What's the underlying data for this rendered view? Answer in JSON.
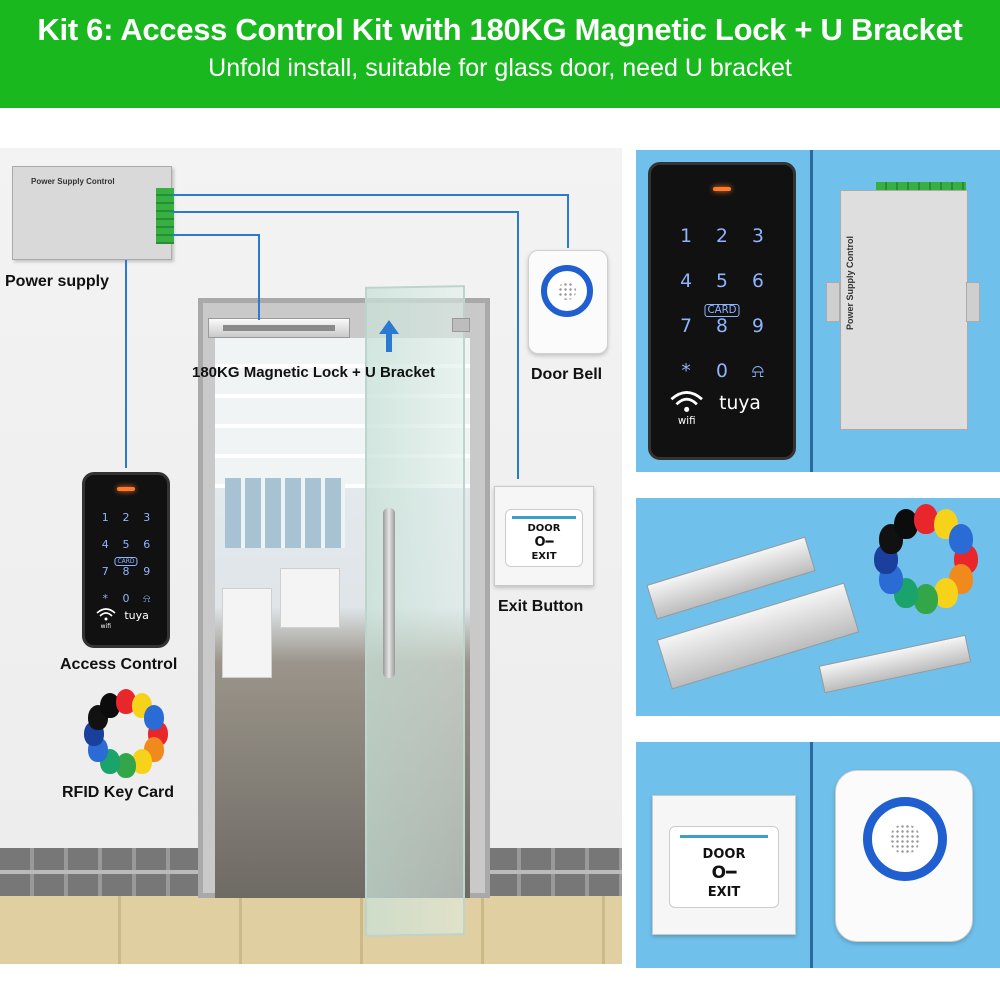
{
  "header": {
    "title": "Kit 6: Access Control Kit with 180KG Magnetic Lock + U Bracket",
    "subtitle": "Unfold install, suitable for glass door, need U bracket"
  },
  "labels": {
    "power_supply": "Power supply",
    "maglock": "180KG Magnetic Lock + U Bracket",
    "door_bell": "Door Bell",
    "exit_button": "Exit Button",
    "access_control": "Access Control",
    "rfid": "RFID Key Card"
  },
  "psu": {
    "label": "Power Supply Control"
  },
  "keypad": {
    "keys": [
      "1",
      "2",
      "3",
      "4",
      "5",
      "6",
      "7",
      "8",
      "9",
      "*",
      "0",
      "⍾"
    ],
    "card": "CARD",
    "wifi": "wifi",
    "brand": "tuya"
  },
  "exit": {
    "line1": "DOOR",
    "icon": "O━",
    "line2": "EXIT"
  },
  "colors": {
    "banner": "#19b81f",
    "wire": "#2a7ad2",
    "panel": "#6fc1ec",
    "keypad_led": "#ff7a2a",
    "bell_ring": "#1f5fd0"
  },
  "icons": {
    "maglock_arrow": "up-arrow-icon",
    "bell": "speaker-grille-icon",
    "key": "key-icon",
    "wifi": "wifi-icon"
  }
}
